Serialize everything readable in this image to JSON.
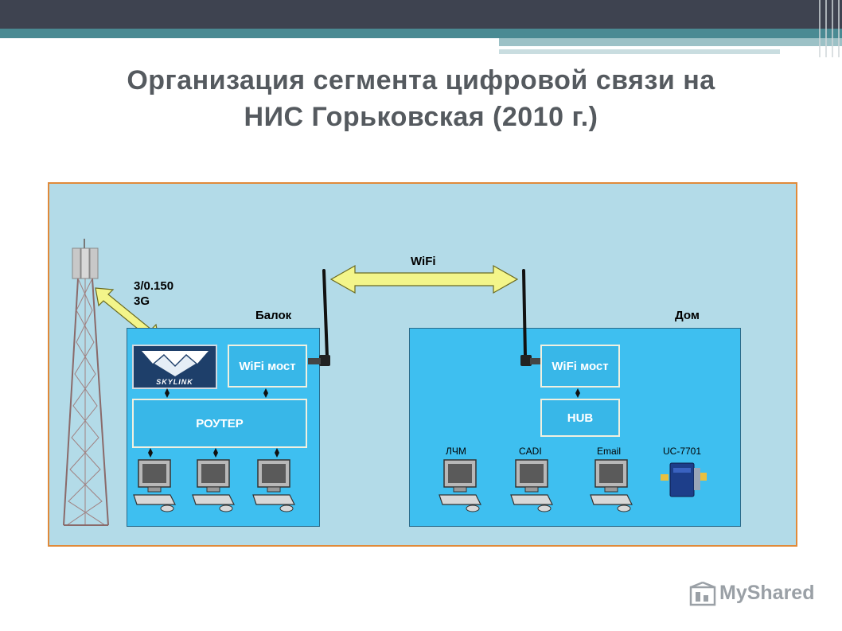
{
  "slide": {
    "title_line1": "Организация сегмента цифровой связи на",
    "title_line2": "НИС Горьковская (2010 г.)"
  },
  "diagram": {
    "link_label": "3/0.150",
    "link_type": "3G",
    "wifi_label": "WiFi",
    "left_site": {
      "title": "Балок",
      "provider_logo_text": "SKYLINK",
      "bridge_label": "WiFi мост",
      "router_label": "РОУТЕР"
    },
    "right_site": {
      "title": "Дом",
      "bridge_label": "WiFi мост",
      "hub_label": "HUB",
      "devices": [
        "ЛЧМ",
        "CADI",
        "Email",
        "UC-7701"
      ]
    },
    "colors": {
      "panel": "#b3dbe8",
      "site_box": "#3ebff0",
      "border_orange": "#e08a3a",
      "wifi_arrow": "#f3f58a"
    }
  },
  "watermark": {
    "text": "MyShared"
  }
}
